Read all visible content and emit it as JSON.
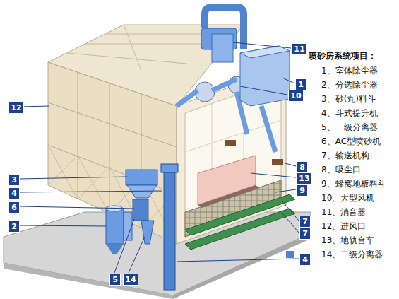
{
  "diagram": {
    "title": "喷砂房系统项目：",
    "nodes": [
      {
        "text": [
          "11"
        ]
      },
      {
        "text": [
          "1"
        ]
      },
      {
        "text": [
          "10"
        ]
      },
      {
        "text": [
          "12"
        ]
      },
      {
        "text": [
          "8"
        ]
      },
      {
        "text": [
          "13"
        ]
      },
      {
        "text": [
          "9"
        ]
      },
      {
        "text": [
          "3"
        ]
      },
      {
        "text": [
          "4"
        ]
      },
      {
        "text": [
          "6"
        ]
      },
      {
        "text": [
          "2"
        ]
      },
      {
        "text": [
          "7"
        ]
      },
      {
        "text": [
          "7"
        ]
      },
      {
        "text": [
          "4"
        ]
      },
      {
        "text": [
          "5"
        ]
      },
      {
        "text": [
          "14"
        ]
      }
    ],
    "edges": [],
    "labels": [
      "1、室体除尘器",
      "2、分选除尘器",
      "3、砂(丸)料斗",
      "4、斗式提升机",
      "5、一级分离器",
      "6、AC型喷砂机",
      "7、输送机构",
      "8、吸尘口",
      "9、蜂窝地板料斗",
      "10、大型风机",
      "11、消音器",
      "12、进风口",
      "13、地轨台车",
      "14、二级分离器"
    ]
  }
}
